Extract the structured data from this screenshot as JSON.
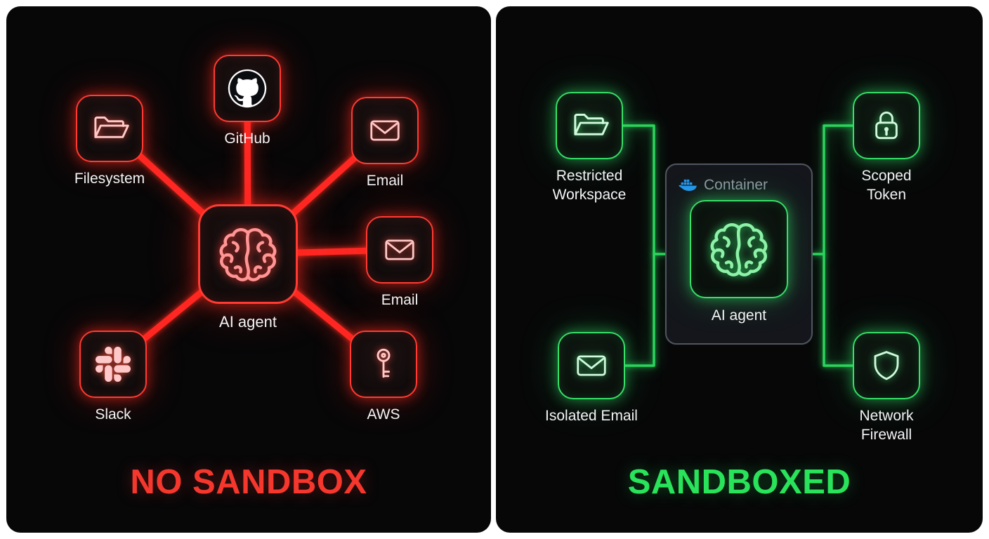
{
  "left_panel": {
    "title": "NO SANDBOX",
    "accent_color": "#f5372d",
    "line_color": "#ff2824",
    "agent": {
      "label": "AI agent",
      "icon": "brain-icon"
    },
    "nodes": [
      {
        "label": "Filesystem",
        "icon": "folder-icon"
      },
      {
        "label": "GitHub",
        "icon": "github-icon"
      },
      {
        "label": "Email",
        "icon": "envelope-icon"
      },
      {
        "label": "Email",
        "icon": "envelope-icon"
      },
      {
        "label": "AWS",
        "icon": "key-icon"
      },
      {
        "label": "Slack",
        "icon": "slack-icon"
      }
    ]
  },
  "right_panel": {
    "title": "SANDBOXED",
    "accent_color": "#29e35a",
    "line_color": "#2bd55d",
    "container": {
      "label": "Container",
      "icon": "docker-icon",
      "docker_blue": "#2496ed",
      "agent": {
        "label": "AI agent",
        "icon": "brain-icon"
      }
    },
    "nodes": [
      {
        "label": "Restricted Workspace",
        "icon": "folder-icon"
      },
      {
        "label": "Scoped Token",
        "icon": "lock-icon"
      },
      {
        "label": "Isolated Email",
        "icon": "envelope-icon"
      },
      {
        "label": "Network Firewall",
        "icon": "shield-icon"
      }
    ]
  }
}
